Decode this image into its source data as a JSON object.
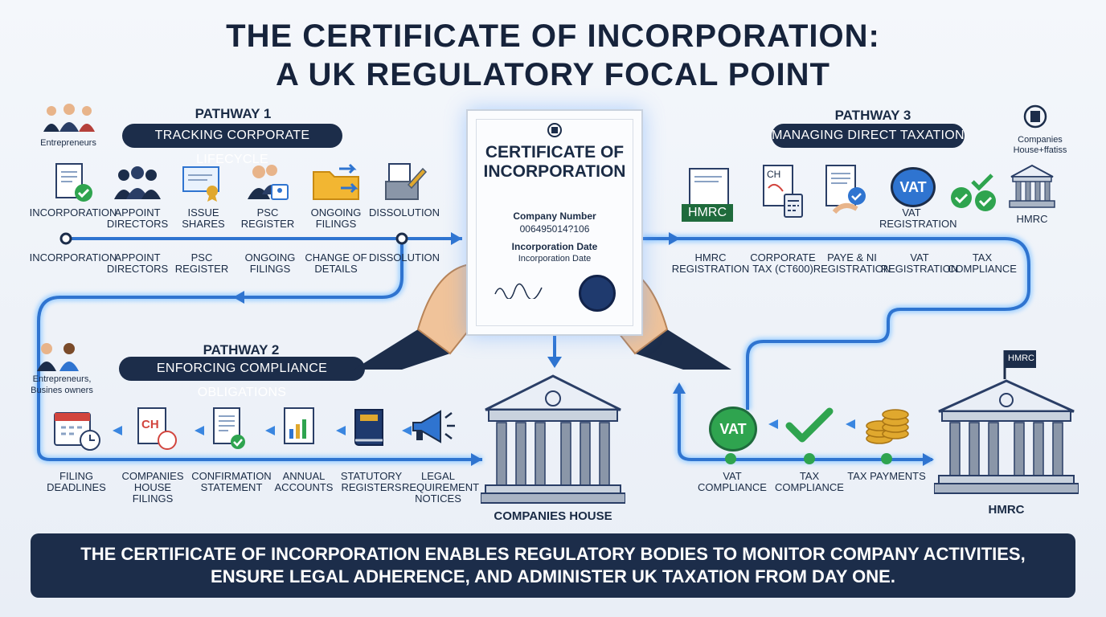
{
  "title": {
    "line1": "THE CERTIFICATE OF INCORPORATION:",
    "line2": "A UK REGULATORY FOCAL POINT"
  },
  "pathway1": {
    "heading": "PATHWAY 1",
    "pill": "TRACKING CORPORATE LIFECYCLE",
    "actor": "Entrepreneurs",
    "icon_labels": [
      "INCORPORATION",
      "APPOINT DIRECTORS",
      "ISSUE SHARES",
      "PSC REGISTER",
      "ONGOING FILINGS",
      "DISSOLUTION"
    ],
    "timeline_labels": [
      "INCORPORATION",
      "APPOINT DIRECTORS",
      "PSC REGISTER",
      "ONGOING FILINGS",
      "CHANGE OF DETAILS",
      "DISSOLUTION"
    ]
  },
  "pathway2": {
    "heading": "PATHWAY 2",
    "pill": "ENFORCING COMPLIANCE OBLIGATIONS",
    "actor_line1": "Entrepreneurs,",
    "actor_line2": "Busines owners",
    "labels": [
      "FILING DEADLINES",
      "COMPANIES HOUSE FILINGS",
      "CONFIRMATION STATEMENT",
      "ANNUAL ACCOUNTS",
      "STATUTORY REGISTERS",
      "LEGAL REQUIREMENT NOTICES"
    ],
    "ch_text": "CH"
  },
  "pathway3": {
    "heading": "PATHWAY 3",
    "pill": "MANAGING DIRECT TAXATION",
    "authority_line1": "Companies",
    "authority_line2": "House+ffatiss",
    "hmrc_top": "HMRC",
    "icon_labels": [
      "VAT REGISTRATION"
    ],
    "timeline_labels": [
      "HMRC REGISTRATION",
      "CORPORATE TAX (CT600)",
      "PAYE & NI REGISTRATION",
      "VAT REGISTRATION",
      "TAX COMPLIANCE"
    ],
    "hmrc_badge": "HMRC",
    "vat_text": "VAT",
    "ch_text": "CH",
    "lower_labels": [
      "VAT COMPLIANCE",
      "TAX COMPLIANCE",
      "TAX PAYMENTS"
    ],
    "hmrc_bottom": "HMRC",
    "flag_text": "HMRC"
  },
  "certificate": {
    "title_line1": "CERTIFICATE OF",
    "title_line2": "INCORPORATION",
    "number_label": "Company Number",
    "number_value": "006495014?106",
    "date_label": "Incorporation Date",
    "date_value": "Incorporation Date"
  },
  "companies_house_label": "COMPANIES HOUSE",
  "banner": {
    "line1": "THE CERTIFICATE OF INCORPORATION ENABLES REGULATORY BODIES TO MONITOR COMPANY ACTIVITIES,",
    "line2": "ENSURE LEGAL ADHERENCE, AND ADMINISTER UK TAXATION FROM DAY ONE."
  },
  "colors": {
    "navy": "#1c2d4a",
    "flow_blue": "#2f74d0",
    "glow": "#8fc3ff",
    "check_green": "#2fa44f"
  }
}
